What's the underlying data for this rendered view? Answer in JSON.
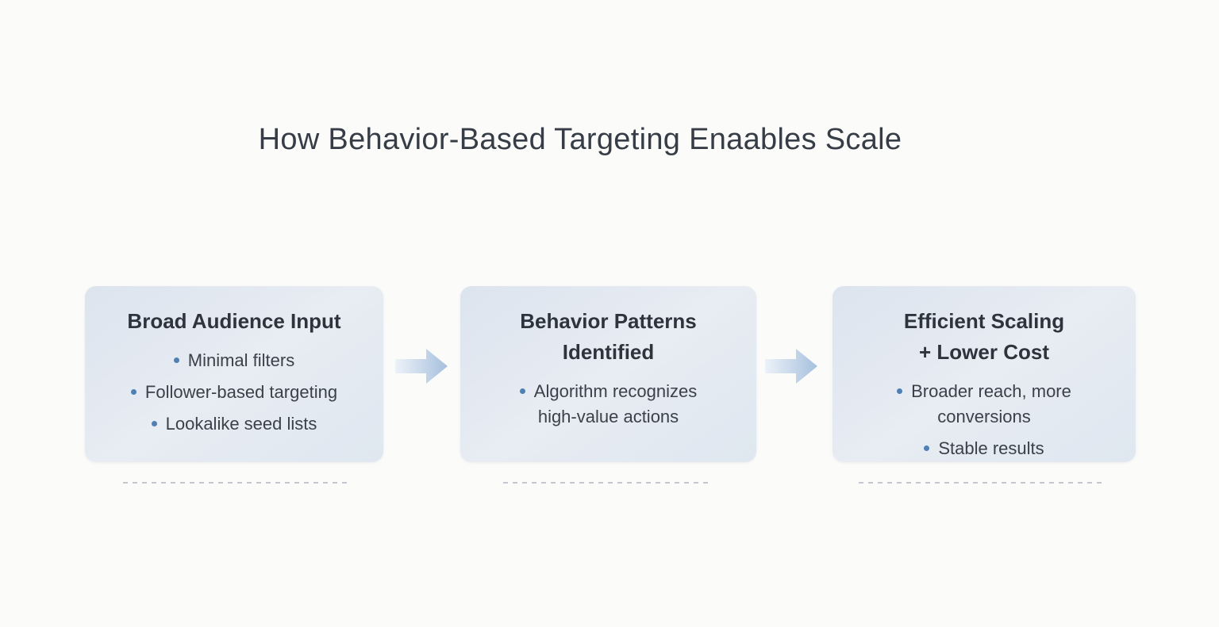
{
  "page": {
    "title": "How Behavior-Based Targeting Enaables Scale"
  },
  "flow": {
    "steps": [
      {
        "title_lines": [
          "Broad Audience Input"
        ],
        "bullets": [
          {
            "lines": [
              "Minimal filters"
            ]
          },
          {
            "lines": [
              "Follower-based targeting"
            ]
          },
          {
            "lines": [
              "Lookalike seed lists"
            ]
          }
        ]
      },
      {
        "title_lines": [
          "Behavior Patterns",
          "Identified"
        ],
        "bullets": [
          {
            "lines": [
              "Algorithm recognizes",
              "high-value actions"
            ]
          }
        ]
      },
      {
        "title_lines": [
          "Efficient Scaling",
          "+ Lower Cost"
        ],
        "bullets": [
          {
            "lines": [
              "Broader reach, more",
              "conversions"
            ]
          },
          {
            "lines": [
              "Stable results"
            ]
          }
        ]
      }
    ]
  },
  "colors": {
    "background": "#fbfbfa",
    "card_gradient_start": "#dce4ee",
    "card_gradient_end": "#e8ecf3",
    "title_text": "#373d47",
    "card_title_text": "#2e343d",
    "bullet_text": "#3a414b",
    "bullet_dot": "#4e80b4",
    "arrow_gradient_start": "#edf2f8",
    "arrow_gradient_end": "#a6c0de",
    "dash_line": "#c5c5ce"
  }
}
